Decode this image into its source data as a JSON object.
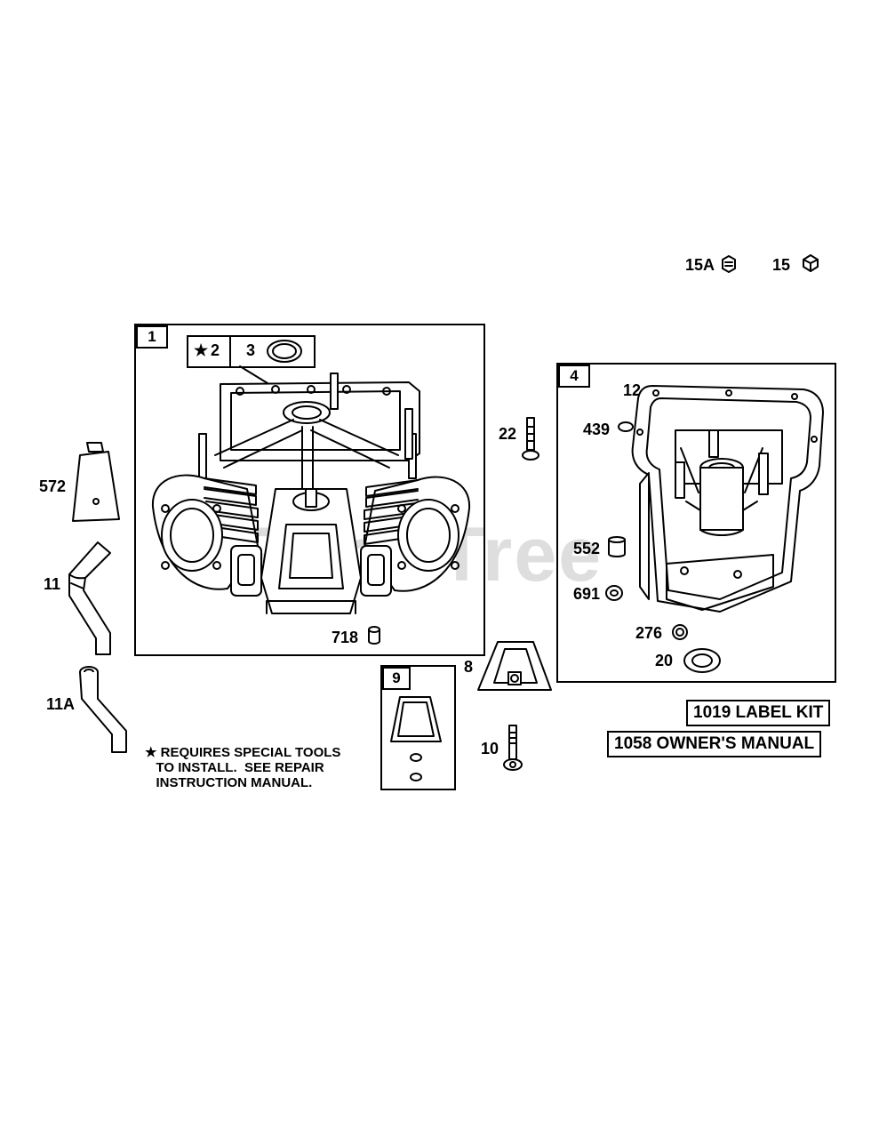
{
  "watermark": "PartsTree",
  "groups": {
    "cylinder": "1",
    "crankcase_cover": "4",
    "gasket_set": "9"
  },
  "callouts": {
    "star_symbol": "★",
    "p2": "2",
    "p3": "3",
    "p572": "572",
    "p11": "11",
    "p11a": "11A",
    "p718": "718",
    "p22": "22",
    "p15a": "15A",
    "p15": "15",
    "p12": "12",
    "p439": "439",
    "p552": "552",
    "p691": "691",
    "p276": "276",
    "p20": "20",
    "p8": "8",
    "p10": "10"
  },
  "note": {
    "line1": "★ REQUIRES SPECIAL TOOLS",
    "line2": "   TO INSTALL.  SEE REPAIR",
    "line3": "   INSTRUCTION MANUAL."
  },
  "kits": {
    "label_kit": "1019 LABEL KIT",
    "owners_manual": "1058 OWNER'S MANUAL"
  }
}
